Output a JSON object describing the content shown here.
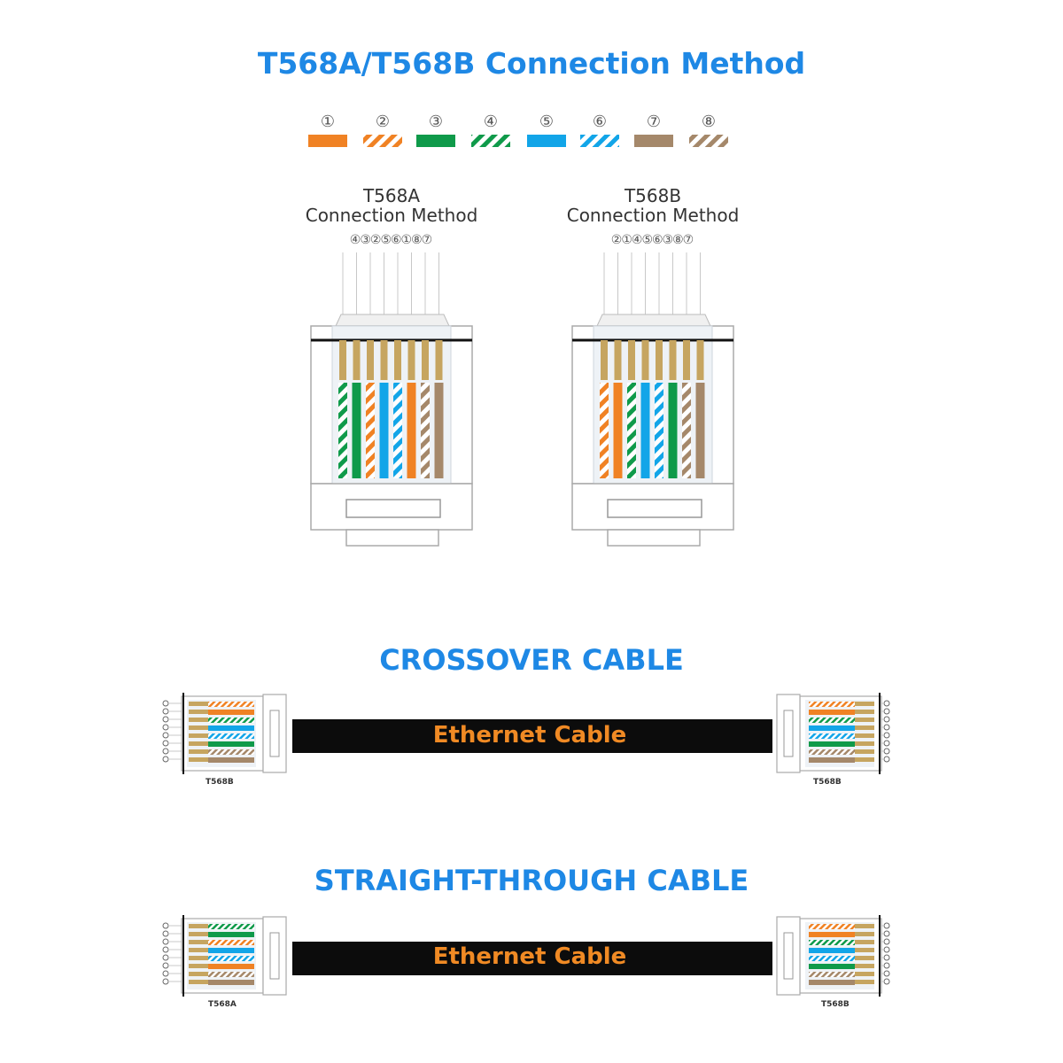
{
  "title": "T568A/T568B Connection Method",
  "colors": {
    "orange": "#f08224",
    "green": "#0f9a4a",
    "blue": "#12a5e8",
    "brown": "#a5886a",
    "accent": "#1e88e5",
    "label": "#f08a24"
  },
  "legend": [
    {
      "num": "①",
      "color": "orange",
      "striped": false
    },
    {
      "num": "②",
      "color": "orange",
      "striped": true
    },
    {
      "num": "③",
      "color": "green",
      "striped": false
    },
    {
      "num": "④",
      "color": "green",
      "striped": true
    },
    {
      "num": "⑤",
      "color": "blue",
      "striped": false
    },
    {
      "num": "⑥",
      "color": "blue",
      "striped": true
    },
    {
      "num": "⑦",
      "color": "brown",
      "striped": false
    },
    {
      "num": "⑧",
      "color": "brown",
      "striped": true
    }
  ],
  "standards": [
    {
      "line1": "T568A",
      "line2": "Connection Method",
      "pin_order_text": "④③②⑤⑥①⑧⑦",
      "wires": [
        4,
        3,
        2,
        5,
        6,
        1,
        8,
        7
      ]
    },
    {
      "line1": "T568B",
      "line2": "Connection Method",
      "pin_order_text": "②①④⑤⑥③⑧⑦",
      "wires": [
        2,
        1,
        4,
        5,
        6,
        3,
        8,
        7
      ]
    }
  ],
  "cables": [
    {
      "title": "CROSSOVER CABLE",
      "label": "Ethernet Cable",
      "left_std": "T568B",
      "right_std": "T568B",
      "left_wires": [
        2,
        1,
        4,
        5,
        6,
        3,
        8,
        7
      ],
      "right_wires": [
        2,
        1,
        4,
        5,
        6,
        3,
        8,
        7
      ]
    },
    {
      "title": "STRAIGHT-THROUGH CABLE",
      "label": "Ethernet Cable",
      "left_std": "T568A",
      "right_std": "T568B",
      "left_wires": [
        4,
        3,
        2,
        5,
        6,
        1,
        8,
        7
      ],
      "right_wires": [
        2,
        1,
        4,
        5,
        6,
        3,
        8,
        7
      ]
    }
  ]
}
